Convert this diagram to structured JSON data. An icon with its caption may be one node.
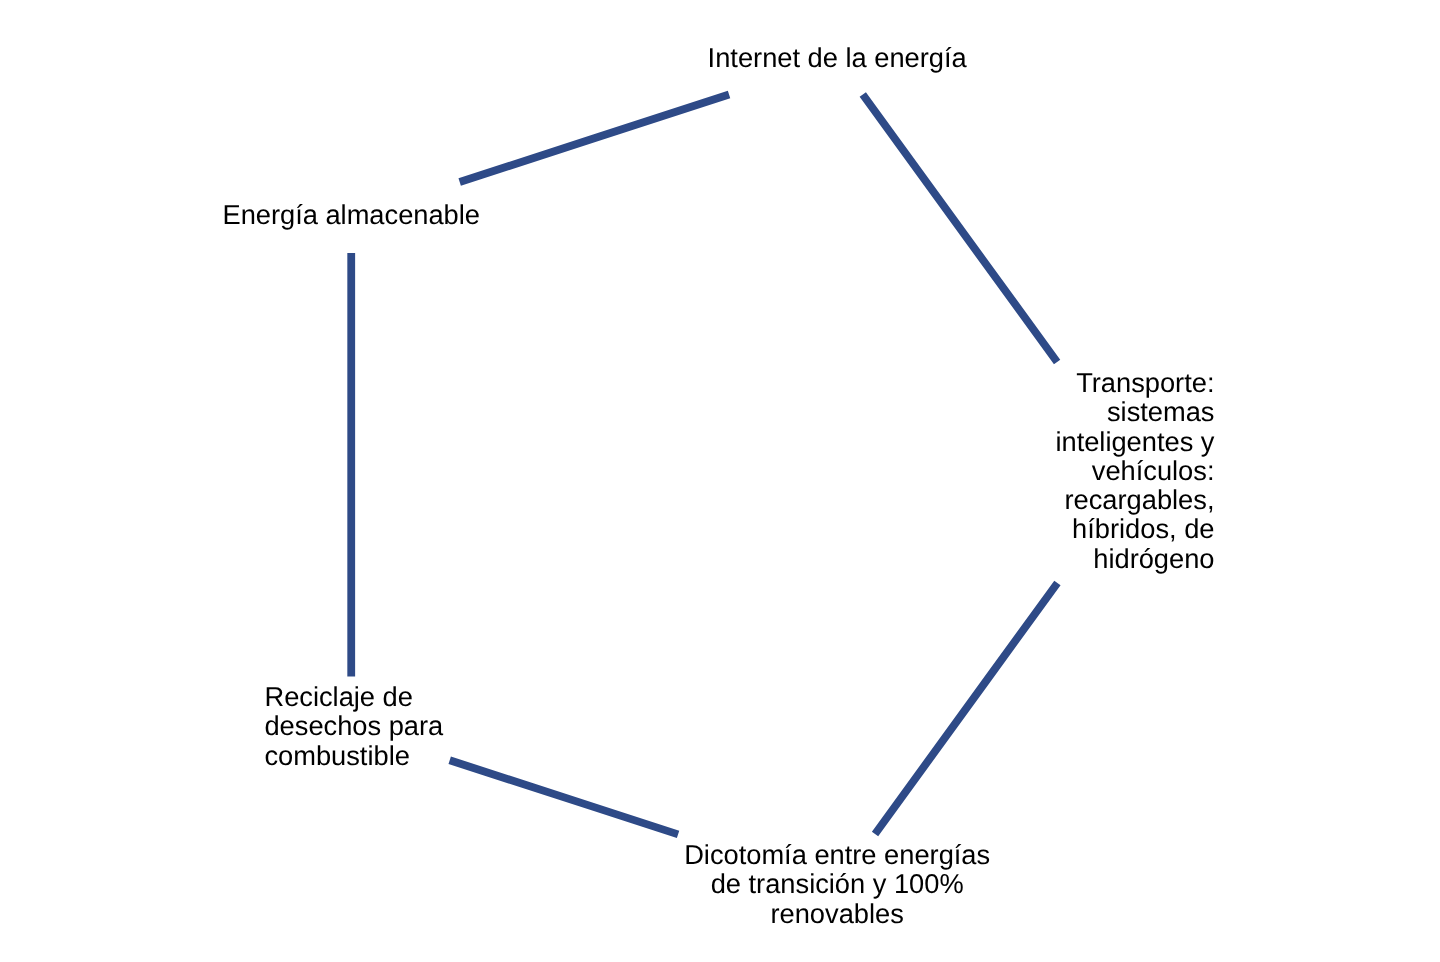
{
  "diagram": {
    "nodes": [
      {
        "text": [
          "Dicotomía entre energías de transición y 100% renovables"
        ]
      },
      {
        "text": [
          "Transporte: sistemas inteligentes y vehículos: recargables, híbridos, de hidrógeno"
        ]
      },
      {
        "text": [
          "Reciclaje de desechos para combustible"
        ]
      },
      {
        "text": [
          "Internet de la energía"
        ]
      },
      {
        "text": [
          "Energía almacenable"
        ]
      }
    ],
    "edges": [
      {
        "from": 0,
        "to": 2,
        "arrow": "none"
      },
      {
        "from": 2,
        "to": 4,
        "arrow": "none"
      },
      {
        "from": 4,
        "to": 3,
        "arrow": "none"
      },
      {
        "from": 3,
        "to": 1,
        "arrow": "none"
      },
      {
        "from": 1,
        "to": 0,
        "arrow": "none"
      }
    ]
  }
}
